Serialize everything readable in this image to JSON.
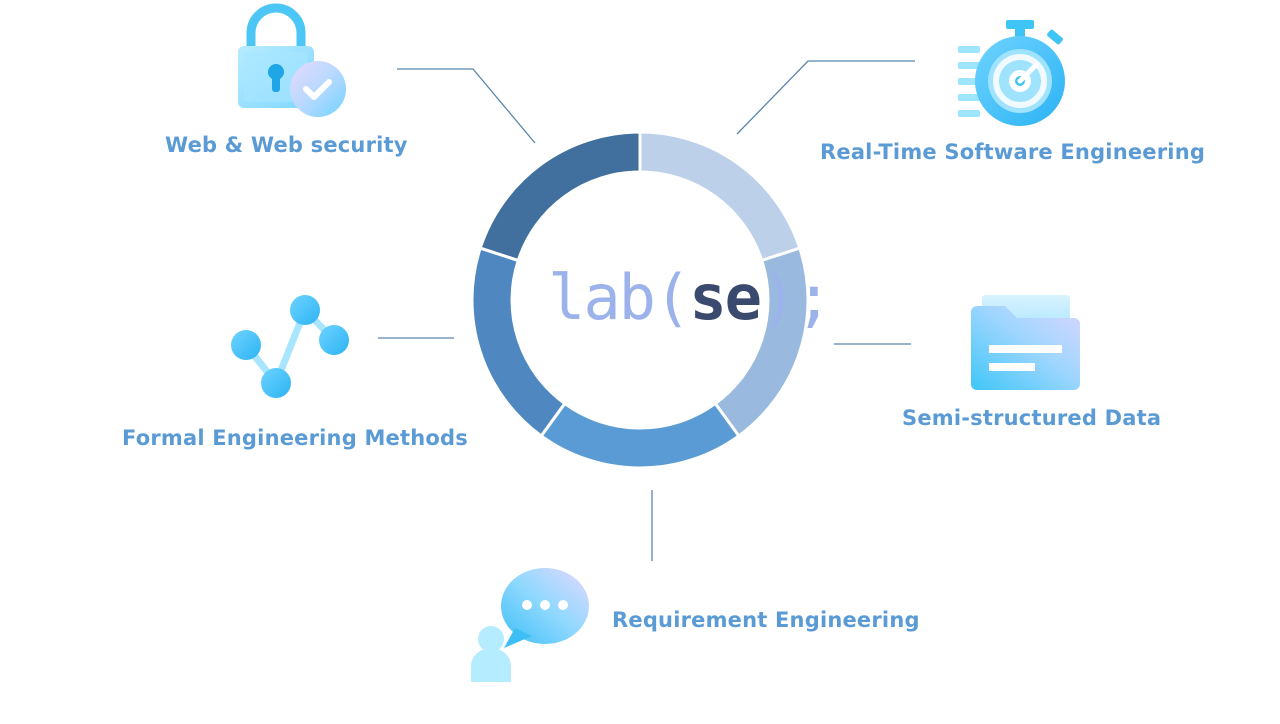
{
  "topics": {
    "web_security": "Web & Web security",
    "real_time": "Real-Time Software Engineering",
    "formal_methods": "Formal Engineering Methods",
    "semi_structured": "Semi-structured Data",
    "requirements": "Requirement Engineering"
  },
  "logo": {
    "part1": "lab",
    "open": "(",
    "part2": "se",
    "close": ")",
    "end": ";"
  },
  "ring_segments": [
    {
      "color": "#bcd0ea"
    },
    {
      "color": "#9ab9df"
    },
    {
      "color": "#5b9bd5"
    },
    {
      "color": "#4f88c0"
    },
    {
      "color": "#41709e"
    }
  ],
  "icons": [
    "lock-check-icon",
    "stopwatch-icon",
    "network-nodes-icon",
    "folder-icon",
    "chat-person-icon"
  ]
}
